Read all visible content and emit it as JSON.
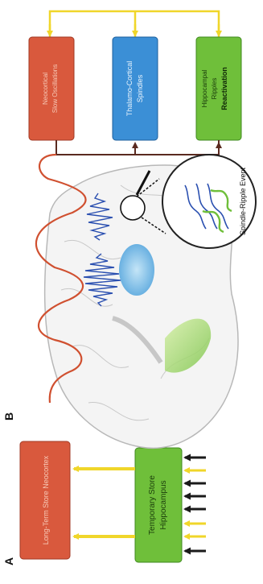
{
  "panel_a": {
    "label": "A",
    "boxes": {
      "long_term": "Long-Term Store Neocortex",
      "temporary": {
        "line1": "Temporary Store",
        "line2": "Hippocampus"
      }
    }
  },
  "panel_b": {
    "label": "B",
    "boxes": {
      "neocortical": {
        "line1": "Neocortical",
        "line2": "Slow Oscillations"
      },
      "thalamo": {
        "line1": "Thalamo-Cortical",
        "line2": "Spindles"
      },
      "hippocampal": {
        "line1": "Hippocampal",
        "line2": "Ripples",
        "line3": "Reactivation"
      }
    },
    "inset_label": "Spindle-Ripple Event"
  },
  "colors": {
    "orange_box": "#d9593d",
    "blue_box": "#3b8fd6",
    "green_box": "#6fbf3a",
    "yellow_arrow": "#f0d62a",
    "black_arrow": "#1a1a1a",
    "slow_osc_line": "#d05030",
    "spindle_wave": "#2a4fb0",
    "brain_outline": "#b8b8b8"
  }
}
